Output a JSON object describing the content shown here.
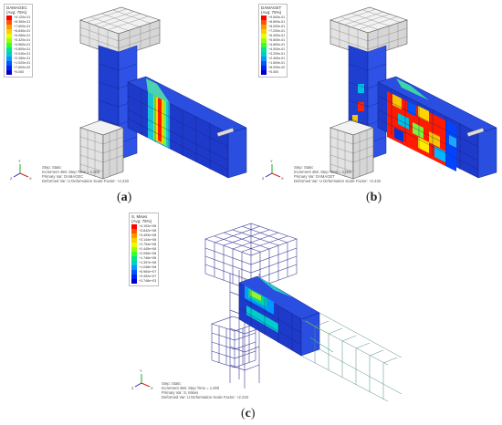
{
  "panels": [
    {
      "caption_letter": "a",
      "legend": {
        "title": [
          "DAMAGEC",
          "(Avg: 75%)"
        ],
        "values": [
          "+9.120e-01",
          "+8.360e-01",
          "+7.600e-01",
          "+6.840e-01",
          "+6.080e-01",
          "+5.320e-01",
          "+4.560e-01",
          "+3.800e-01",
          "+3.040e-01",
          "+2.280e-01",
          "+1.520e-01",
          "+7.600e-02",
          "+0.000"
        ]
      },
      "info": [
        "Step: Static",
        "Increment   456: Step Time =   1.000",
        "Primary Var: DAMAGEC",
        "Deformed Var: U   Deformation Scale Factor: +2.233"
      ]
    },
    {
      "caption_letter": "b",
      "legend": {
        "title": [
          "DAMAGET",
          "(Avg: 75%)"
        ],
        "values": [
          "+9.600e-01",
          "+8.800e-01",
          "+8.000e-01",
          "+7.200e-01",
          "+6.400e-01",
          "+5.600e-01",
          "+4.800e-01",
          "+4.000e-01",
          "+3.200e-01",
          "+2.400e-01",
          "+1.600e-01",
          "+8.000e-02",
          "+0.000"
        ]
      },
      "info": [
        "Step: Static",
        "Increment   456: Step Time =   1.000",
        "Primary Var: DAMAGET",
        "Deformed Var: U   Deformation Scale Factor: +2.233"
      ]
    },
    {
      "caption_letter": "c",
      "legend": {
        "title": [
          "S, Mises",
          "(Avg: 75%)"
        ],
        "values": [
          "+4.192e+08",
          "+3.842e+08",
          "+3.493e+08",
          "+3.144e+08",
          "+2.794e+08",
          "+2.445e+08",
          "+2.096e+08",
          "+1.746e+08",
          "+1.397e+08",
          "+1.048e+08",
          "+6.984e+07",
          "+3.492e+07",
          "+3.748e+03"
        ]
      },
      "info": [
        "Step: Static",
        "Increment   456: Step Time =   1.000",
        "Primary Var: S, Mises",
        "Deformed Var: U   Deformation Scale Factor: +2.233"
      ]
    }
  ],
  "colors": {
    "contour": [
      "#ff0000",
      "#ff5500",
      "#ff9900",
      "#ffcc00",
      "#e6ff00",
      "#99ff00",
      "#33ff33",
      "#00e68a",
      "#00cccc",
      "#0099ff",
      "#0055ff",
      "#0022ee",
      "#0000cc"
    ],
    "steel_block": "#e8e8e8",
    "mesh_line": "#555555",
    "rebar": "#3b3b9a"
  },
  "axis_triad": {
    "x": "X",
    "y": "Y",
    "z": "Z"
  }
}
